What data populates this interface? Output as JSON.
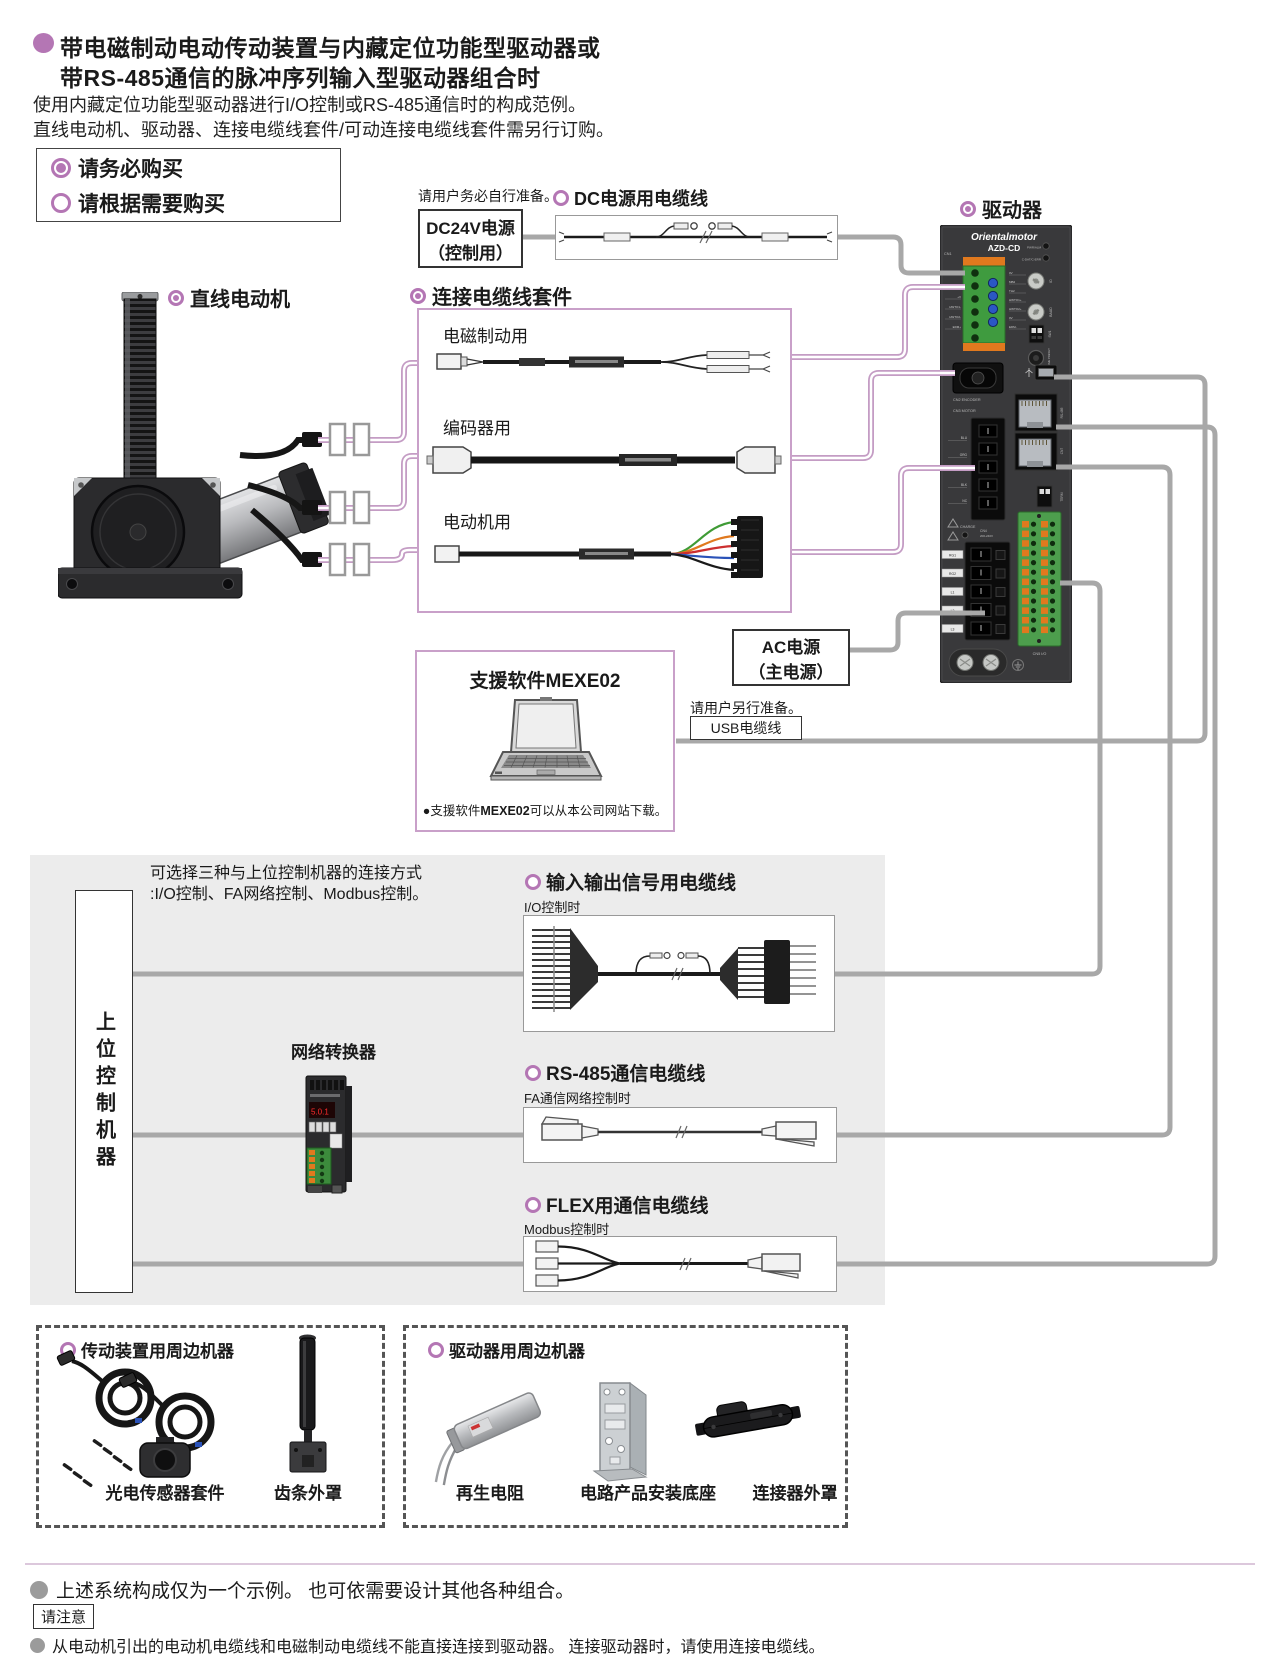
{
  "header": {
    "title_line1": "带电磁制动电动传动装置与内藏定位功能型驱动器或",
    "title_line2": "带RS-485通信的脉冲序列输入型驱动器组合时",
    "subtitle_line1": "使用内藏定位功能型驱动器进行I/O控制或RS-485通信时的构成范例。",
    "subtitle_line2": "直线电动机、驱动器、连接电缆线套件/可动连接电缆线套件需另行订购。"
  },
  "legend": {
    "must_buy": "请务必购买",
    "optional": "请根据需要购买"
  },
  "dc_power": {
    "prepare_note": "请用户务必自行准备。",
    "line1": "DC24V电源",
    "line2": "（控制用）",
    "cable_label": "DC电源用电缆线"
  },
  "motor": {
    "label": "直线电动机"
  },
  "driver": {
    "label": "驱动器",
    "brand": "Orientalmotor",
    "model": "AZD-CD",
    "led1": "PWR/ALM",
    "led2": "C-DAT/C-ERR",
    "cn1": "CN1",
    "cn1_left": [
      "TH1",
      "+V",
      "HWTO1-",
      "HWTO2-",
      "EDM+"
    ],
    "cn1_right": [
      "0V",
      "MB2",
      "TH2",
      "HWTO1+",
      "HWTO2+",
      "0V",
      "EDM-"
    ],
    "id": "ID",
    "baud": "BAUD",
    "sw1": "SW1",
    "home": "HOME PRESET",
    "cn2": "CN2 ENCODER",
    "cn3": "CN3 MOTOR",
    "cn3_wires": [
      "BLU",
      "ORG",
      "BLK",
      "NC"
    ],
    "rs485": "RS-485",
    "cn7": "CN7",
    "term": "TERM",
    "charge": "CHARGE",
    "cn4": "CN4",
    "cn4_v": "200-240V",
    "cn4_tags": [
      "RG1",
      "RG2",
      "L1",
      "L2",
      "L3"
    ],
    "cn5": "CN5 I/O"
  },
  "cable_kit": {
    "label": "连接电缆线套件",
    "brake": "电磁制动用",
    "encoder": "编码器用",
    "motor": "电动机用"
  },
  "software": {
    "title_pre": "支援软件",
    "title_model": "MEXE02",
    "note_pre": "●支援软件",
    "note_model": "MEXE02",
    "note_post": "可以从本公司网站下载。"
  },
  "ac_power": {
    "line1": "AC电源",
    "line2": "（主电源）",
    "prepare_note": "请用户另行准备。",
    "usb_label": "USB电缆线"
  },
  "control": {
    "note_line1": "可选择三种与上位控制机器的连接方式",
    "note_line2": ":I/O控制、FA网络控制、Modbus控制。",
    "host": "上位控制机器",
    "converter": "网络转换器",
    "converter_display": "5.0.1",
    "io_label": "输入输出信号用电缆线",
    "io_sub": "I/O控制时",
    "rs485_label": "RS-485通信电缆线",
    "rs485_sub": "FA通信网络控制时",
    "flex_label": "FLEX用通信电缆线",
    "flex_sub": "Modbus控制时"
  },
  "peripherals_motor": {
    "title": "传动装置用周边机器",
    "item1": "光电传感器套件",
    "item2": "齿条外罩"
  },
  "peripherals_driver": {
    "title": "驱动器用周边机器",
    "item1": "再生电阻",
    "item2": "电路产品安装底座",
    "item3": "连接器外罩"
  },
  "footer": {
    "note1": "上述系统构成仅为一个示例。 也可依需要设计其他各种组合。",
    "caution": "请注意",
    "note2": "从电动机引出的电动机电缆线和电磁制动电缆线不能直接连接到驱动器。 连接驱动器时，请使用连接电缆线。"
  },
  "colors": {
    "accent": "#b476b4",
    "wire_pink": "#c49cc4",
    "wire_gray": "#a8a8a8",
    "panel": "#ececec"
  }
}
